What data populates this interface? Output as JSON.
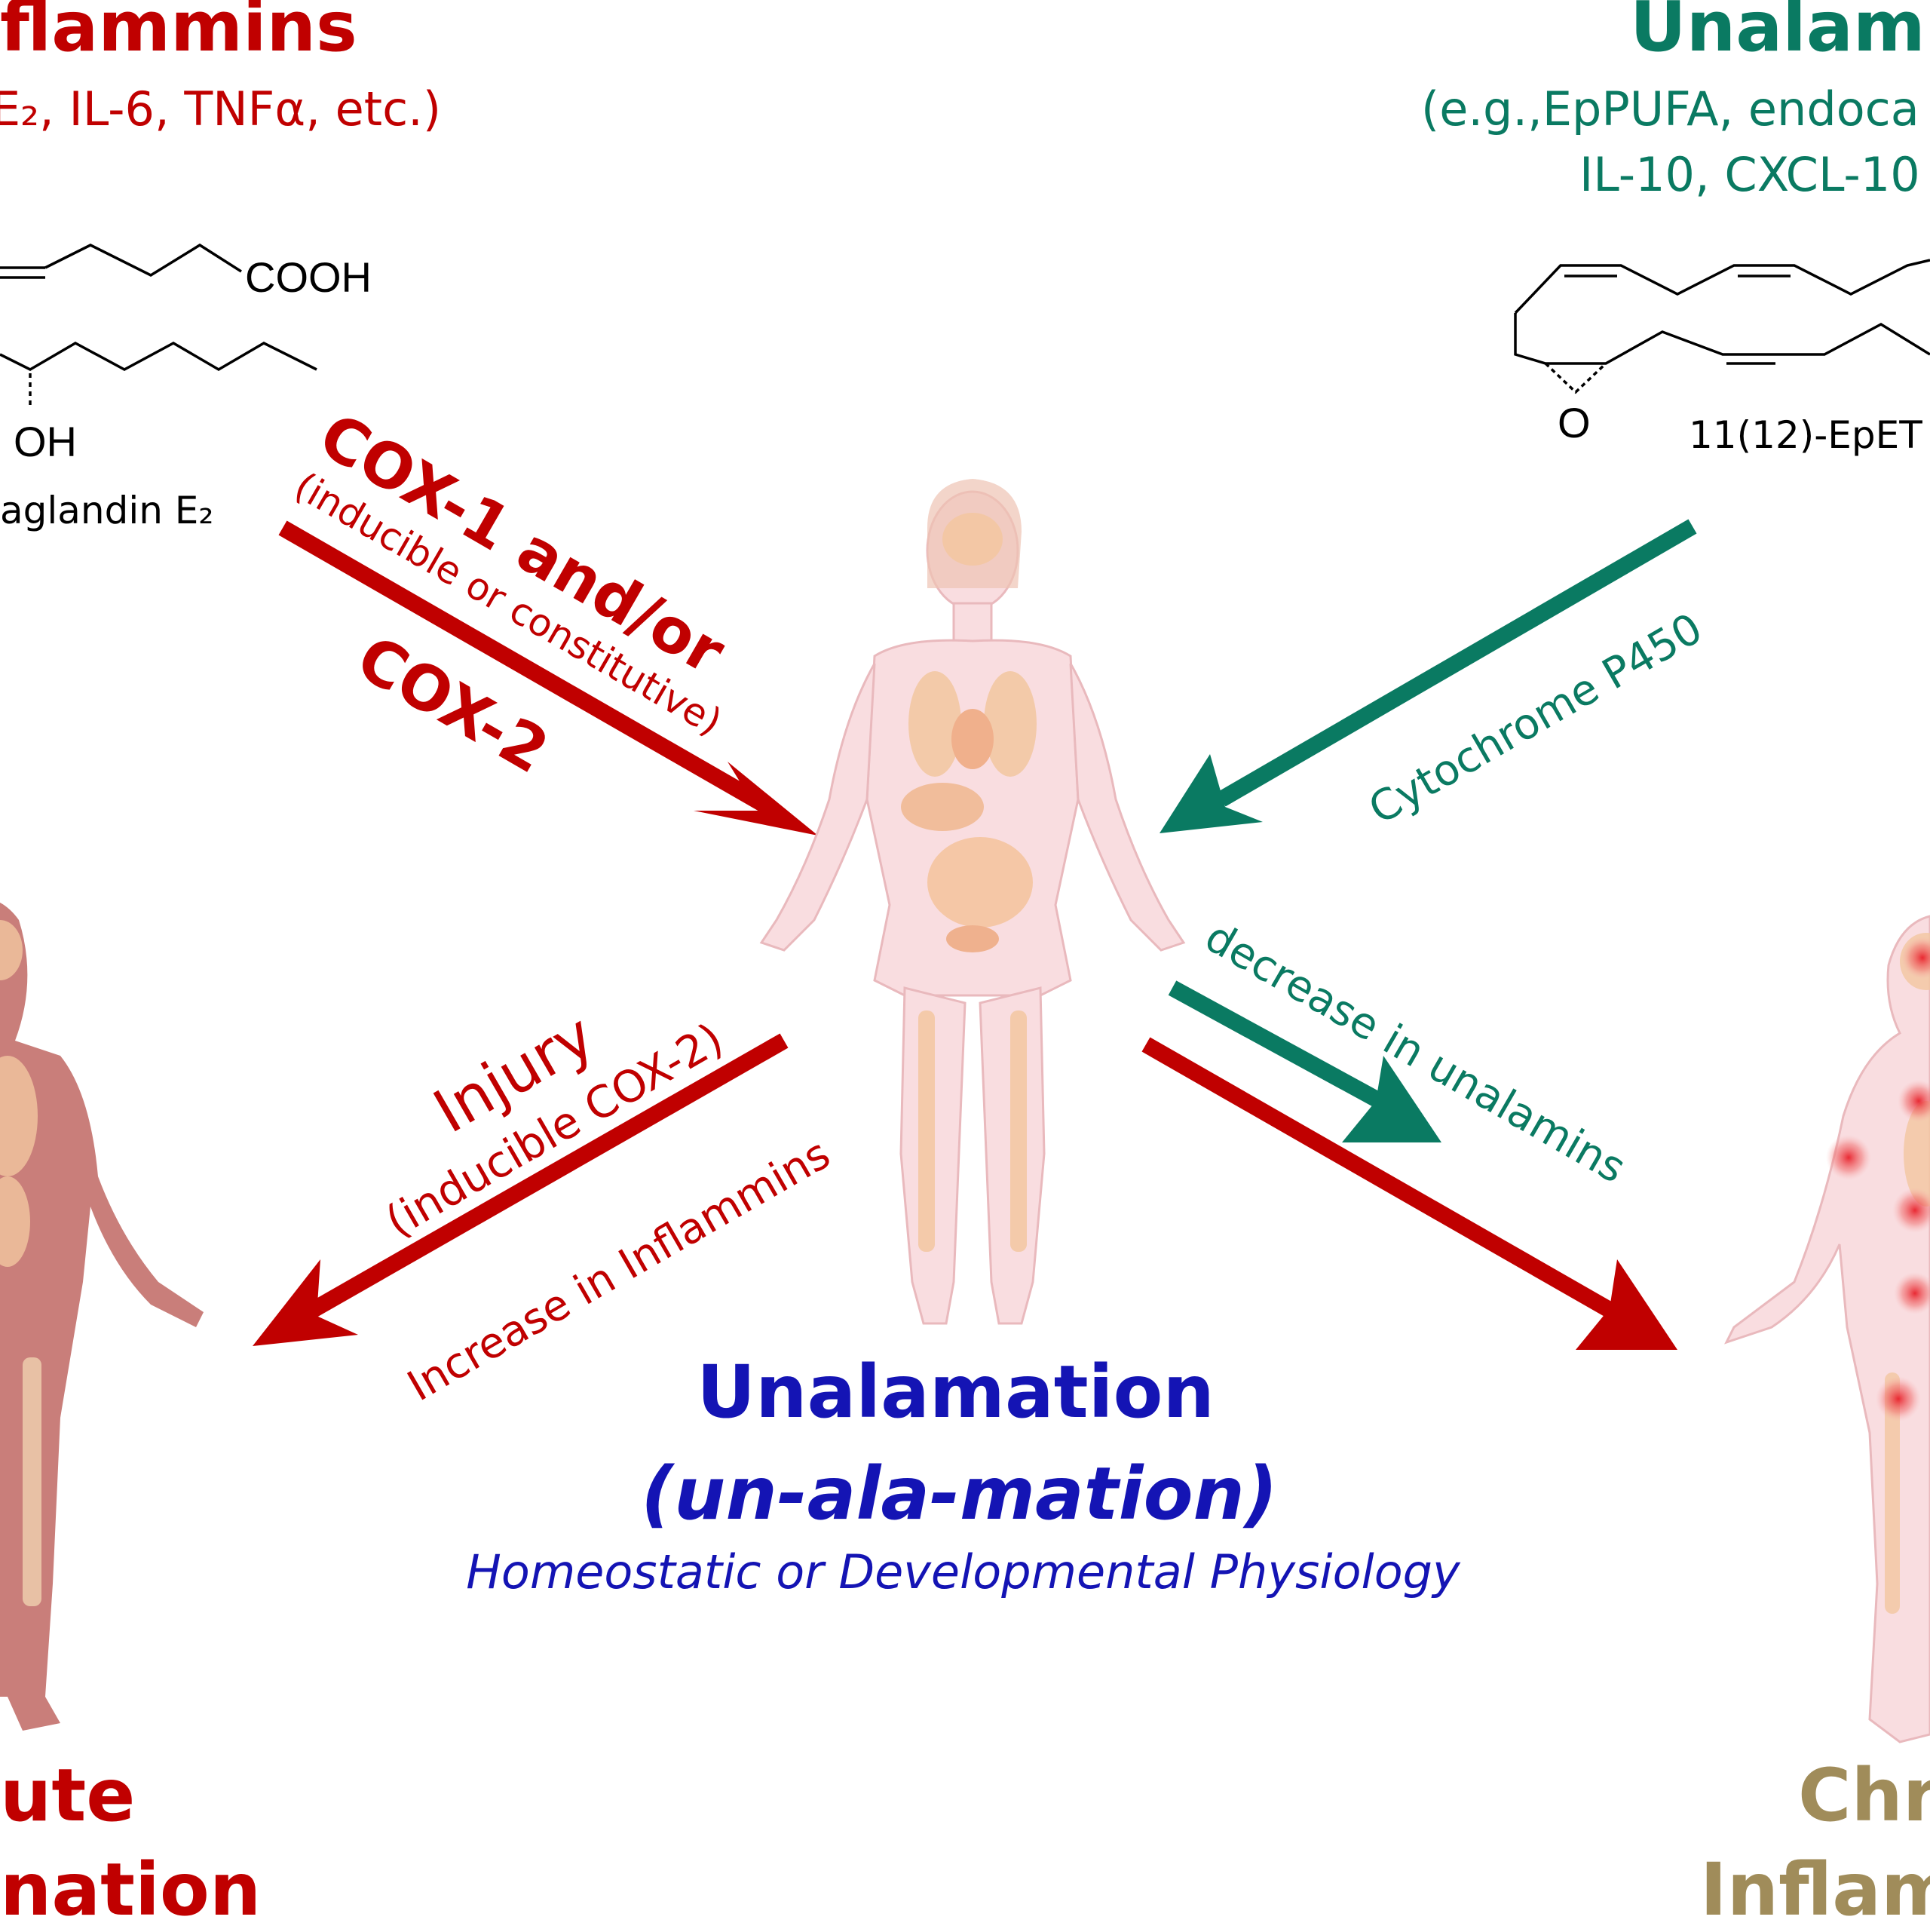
{
  "inflammins": {
    "title": "flammins",
    "examples": "E₂, IL-6, TNFα, etc.)",
    "molecule_group": "COOH",
    "molecule_oh": "OH",
    "molecule_name": "aglandin E₂"
  },
  "unalamins": {
    "title": "Unalami",
    "examples_line1": "(e.g.,EpPUFA, endoca",
    "examples_line2": "IL-10, CXCL-10",
    "molecule_o": "O",
    "molecule_name": "11(12)-EpET"
  },
  "arrows": {
    "cox_main": "COX-1 and/or",
    "cox_sub": "(inducible or constitutive)",
    "cox2": "COX-2",
    "cyp": "Cytochrome P450",
    "injury": "Injury",
    "injury_sub": "(inducible COX-2)",
    "increase": "Increase in Inflammins",
    "decrease": "decrease in unalamins"
  },
  "center": {
    "title": "Unalamation",
    "pronunciation": "(un-ala-mation)",
    "subtitle": "Homeostatic or Developmental Physiology"
  },
  "acute": {
    "line1": "ute",
    "line2": "nation"
  },
  "chronic": {
    "line1": "Chr",
    "line2": "Inflam"
  },
  "colors": {
    "red": "#c00000",
    "teal": "#0a7a62",
    "blue": "#1414b4",
    "olive": "#a08c5a"
  }
}
